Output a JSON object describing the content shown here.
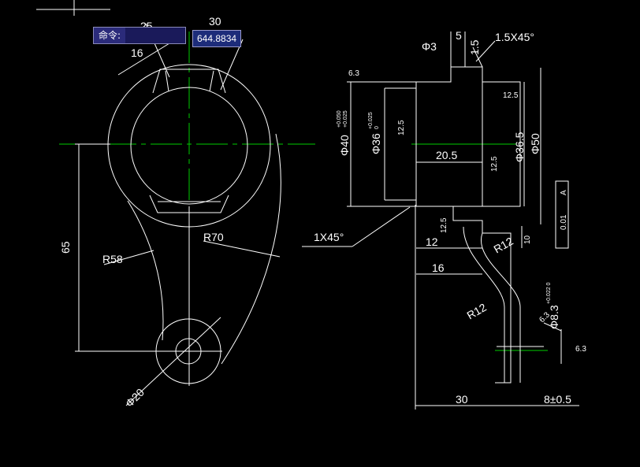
{
  "command_line": {
    "prompt_label": "命令:",
    "input_value": "",
    "input_placeholder": ""
  },
  "dynamic_input": {
    "value": "644.8834"
  },
  "colors": {
    "background": "#000000",
    "lines": "#ffffff",
    "center_lines": "#00cc00"
  },
  "dimensions": {
    "d_25": "25",
    "d_30": "30",
    "d_16": "16",
    "d_65": "65",
    "r58": "R58",
    "r70": "R70",
    "phi20": "Φ20",
    "phi3": "Φ3",
    "d_5": "5",
    "d_15": "1.5",
    "chamfer_15x45": "1.5X45°",
    "rough_63a": "6.3",
    "rough_125a": "12.5",
    "phi40": "Φ40",
    "phi40_tol_upper": "+0.050",
    "phi40_tol_lower": "+0.025",
    "phi36": "Φ36",
    "phi36_tol_upper": "+0.025",
    "phi36_tol_lower": "0",
    "rough_125b": "12.5",
    "phi365": "Φ36.5",
    "phi50": "Φ50",
    "d_205": "20.5",
    "rough_125c": "12.5",
    "tolerance_value": "0.01",
    "datum_letter": "A",
    "chamfer_1x45": "1X45°",
    "rough_125d": "12.5",
    "d_12": "12",
    "d_10": "10",
    "r12_top": "R12",
    "r12_bottom": "R12",
    "phi83": "Φ8.3",
    "phi83_tol": "+0.022 0",
    "rough_63b": "6.3",
    "rough_63c": "6.3",
    "d_30b": "30",
    "d_8": "8±0.5"
  }
}
